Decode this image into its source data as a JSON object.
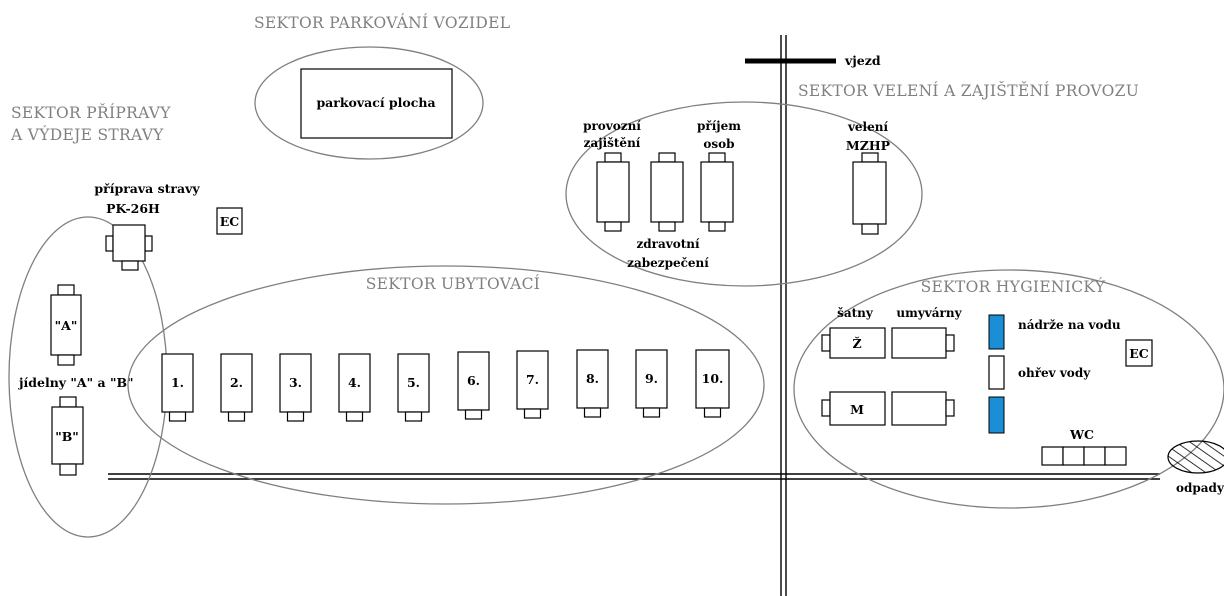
{
  "sectors": {
    "parking": "SEKTOR PARKOVÁNÍ VOZIDEL",
    "food_line1": "SEKTOR PŘÍPRAVY",
    "food_line2": "A VÝDEJE STRAVY",
    "command": "SEKTOR VELENÍ A ZAJIŠTĚNÍ PROVOZU",
    "lodging": "SEKTOR UBYTOVACÍ",
    "hygiene": "SEKTOR HYGIENICKÝ"
  },
  "labels": {
    "parking_area": "parkovací plocha",
    "entry": "vjezd",
    "food_prep_line1": "příprava stravy",
    "food_prep_line2": "PK-26H",
    "ec_left": "EC",
    "ec_right": "EC",
    "canteen_a": "\"A\"",
    "canteen_b": "\"B\"",
    "canteens": "jídelny \"A\" a \"B\"",
    "ops_support_line1": "provozní",
    "ops_support_line2": "zajištění",
    "reception_line1": "příjem",
    "reception_line2": "osob",
    "medical_line1": "zdravotní",
    "medical_line2": "zabezpečení",
    "command_line1": "velení",
    "command_line2": "MZHP",
    "wardrobes": "šatny",
    "washrooms": "umyvárny",
    "women": "Ž",
    "men": "M",
    "water_tanks": "nádrže na vodu",
    "water_heating": "ohřev vody",
    "wc": "WC",
    "waste": "odpady"
  },
  "tents": [
    "1.",
    "2.",
    "3.",
    "4.",
    "5.",
    "6.",
    "7.",
    "8.",
    "9.",
    "10."
  ],
  "colors": {
    "water_tank": "#1a8fd8",
    "sector_text": "#808080",
    "ellipse": "#7f7f7f"
  }
}
